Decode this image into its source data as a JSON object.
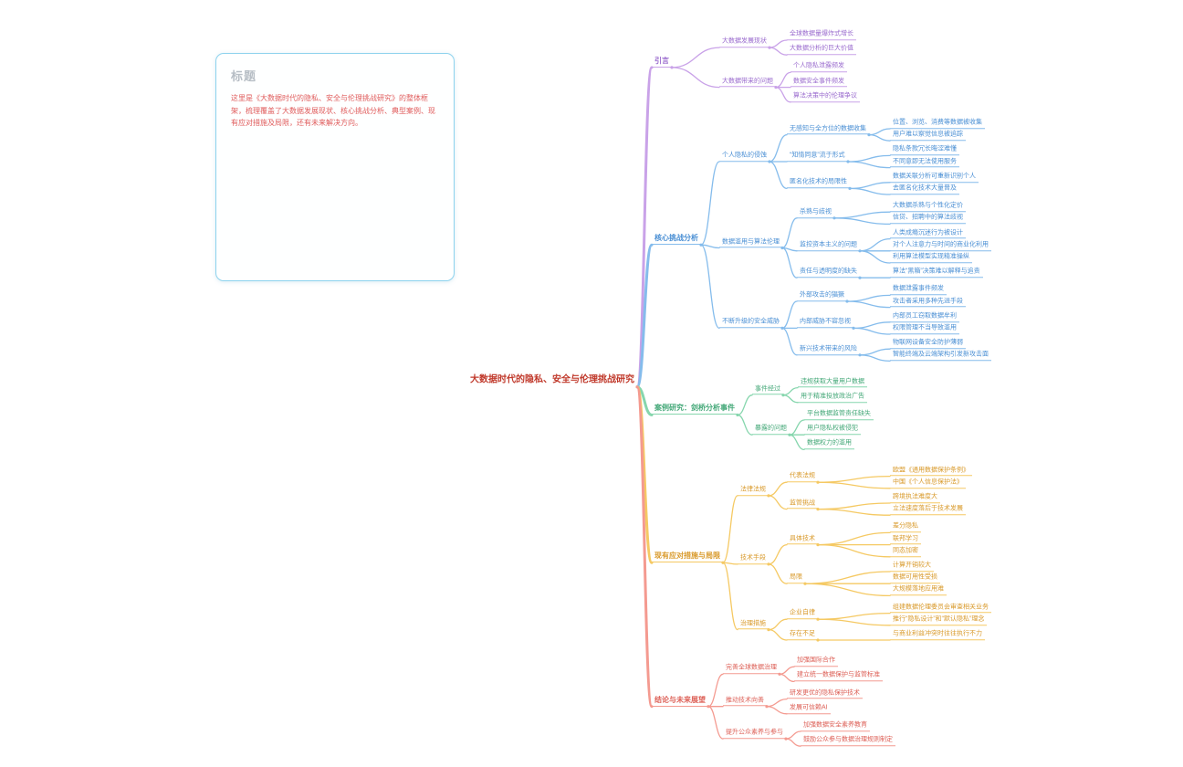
{
  "note": {
    "title": "标题",
    "content": "这里是《大数据时代的隐私、安全与伦理挑战研究》的整体框架，梳理覆盖了大数据发展现状、核心挑战分析、典型案例、现有应对措施及局限，还有未来解决方向。"
  },
  "colors": {
    "background": "#ffffff",
    "root_text": "#c0392b",
    "note_border": "#8ed3ee",
    "note_title": "#b7bec5",
    "note_text": "#e05c5c",
    "branches": [
      {
        "line": "#c9a2e8",
        "text": "#9a6bce"
      },
      {
        "line": "#85bcec",
        "text": "#4a8fd4"
      },
      {
        "line": "#86d6ad",
        "text": "#44a878"
      },
      {
        "line": "#f5c963",
        "text": "#d99a2b"
      },
      {
        "line": "#f49a90",
        "text": "#dd6057"
      }
    ]
  },
  "mindmap": {
    "label": "大数据时代的隐私、安全与伦理挑战研究",
    "children": [
      {
        "label": "引言",
        "children": [
          {
            "label": "大数据发展现状",
            "children": [
              {
                "label": "全球数据量爆炸式增长"
              },
              {
                "label": "大数据分析的巨大价值"
              }
            ]
          },
          {
            "label": "大数据带来的问题",
            "children": [
              {
                "label": "个人隐私泄露频发"
              },
              {
                "label": "数据安全事件频发"
              },
              {
                "label": "算法决策中的伦理争议"
              }
            ]
          }
        ]
      },
      {
        "label": "核心挑战分析",
        "children": [
          {
            "label": "个人隐私的侵蚀",
            "children": [
              {
                "label": "无感知与全方位的数据收集",
                "children": [
                  {
                    "label": "位置、浏览、消费等数据被收集"
                  },
                  {
                    "label": "用户难以察觉信息被追踪"
                  }
                ]
              },
              {
                "label": "“知情同意”流于形式",
                "children": [
                  {
                    "label": "隐私条款冗长晦涩难懂"
                  },
                  {
                    "label": "不同意即无法使用服务"
                  }
                ]
              },
              {
                "label": "匿名化技术的局限性",
                "children": [
                  {
                    "label": "数据关联分析可重新识别个人"
                  },
                  {
                    "label": "去匿名化技术大量普及"
                  }
                ]
              }
            ]
          },
          {
            "label": "数据滥用与算法伦理",
            "children": [
              {
                "label": "杀熟与歧视",
                "children": [
                  {
                    "label": "大数据杀熟与个性化定价"
                  },
                  {
                    "label": "信贷、招聘中的算法歧视"
                  }
                ]
              },
              {
                "label": "监控资本主义的问题",
                "children": [
                  {
                    "label": "人类成瘾沉迷行为被设计"
                  },
                  {
                    "label": "对个人注意力与时间的商业化利用"
                  },
                  {
                    "label": "利用算法模型实现精准操纵"
                  }
                ]
              },
              {
                "label": "责任与透明度的缺失",
                "children": [
                  {
                    "label": "算法“黑箱”决策难以解释与追责"
                  }
                ]
              }
            ]
          },
          {
            "label": "不断升级的安全威胁",
            "children": [
              {
                "label": "外部攻击的猖獗",
                "children": [
                  {
                    "label": "数据泄露事件频发"
                  },
                  {
                    "label": "攻击者采用多种先进手段"
                  }
                ]
              },
              {
                "label": "内部威胁不容忽视",
                "children": [
                  {
                    "label": "内部员工窃取数据牟利"
                  },
                  {
                    "label": "权限管理不当导致滥用"
                  }
                ]
              },
              {
                "label": "新兴技术带来的风险",
                "children": [
                  {
                    "label": "物联网设备安全防护薄弱"
                  },
                  {
                    "label": "智能终端及云端架构引发新攻击面"
                  }
                ]
              }
            ]
          }
        ]
      },
      {
        "label": "案例研究：剑桥分析事件",
        "children": [
          {
            "label": "事件经过",
            "children": [
              {
                "label": "违规获取大量用户数据"
              },
              {
                "label": "用于精准投放政治广告"
              }
            ]
          },
          {
            "label": "暴露的问题",
            "children": [
              {
                "label": "平台数据监管责任缺失"
              },
              {
                "label": "用户隐私权被侵犯"
              },
              {
                "label": "数据权力的滥用"
              }
            ]
          }
        ]
      },
      {
        "label": "现有应对措施与局限",
        "children": [
          {
            "label": "法律法规",
            "children": [
              {
                "label": "代表法规",
                "children": [
                  {
                    "label": "欧盟《通用数据保护条例》"
                  },
                  {
                    "label": "中国《个人信息保护法》"
                  }
                ]
              },
              {
                "label": "监管挑战",
                "children": [
                  {
                    "label": "跨境执法难度大"
                  },
                  {
                    "label": "立法速度落后于技术发展"
                  }
                ]
              }
            ]
          },
          {
            "label": "技术手段",
            "children": [
              {
                "label": "具体技术",
                "children": [
                  {
                    "label": "差分隐私"
                  },
                  {
                    "label": "联邦学习"
                  },
                  {
                    "label": "同态加密"
                  }
                ]
              },
              {
                "label": "局限",
                "children": [
                  {
                    "label": "计算开销较大"
                  },
                  {
                    "label": "数据可用性受损"
                  },
                  {
                    "label": "大规模落地应用难"
                  }
                ]
              }
            ]
          },
          {
            "label": "治理措施",
            "children": [
              {
                "label": "企业自律",
                "children": [
                  {
                    "label": "组建数据伦理委员会审查相关业务"
                  },
                  {
                    "label": "推行“隐私设计”和“默认隐私”理念"
                  }
                ]
              },
              {
                "label": "存在不足",
                "children": [
                  {
                    "label": "与商业利益冲突时往往执行不力"
                  }
                ]
              }
            ]
          }
        ]
      },
      {
        "label": "结论与未来展望",
        "children": [
          {
            "label": "完善全球数据治理",
            "children": [
              {
                "label": "加强国际合作"
              },
              {
                "label": "建立统一数据保护与监管标准"
              }
            ]
          },
          {
            "label": "推动技术向善",
            "children": [
              {
                "label": "研发更优的隐私保护技术"
              },
              {
                "label": "发展可信赖AI"
              }
            ]
          },
          {
            "label": "提升公众素养与参与",
            "children": [
              {
                "label": "加强数据安全素养教育"
              },
              {
                "label": "鼓励公众参与数据治理规则制定"
              }
            ]
          }
        ]
      }
    ]
  }
}
